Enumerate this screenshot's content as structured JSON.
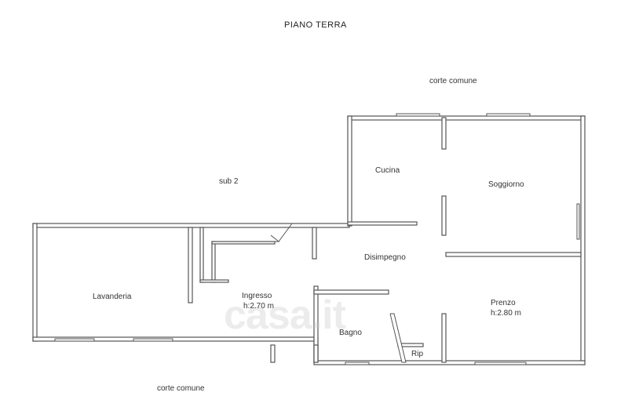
{
  "title": "PIANO TERRA",
  "labels": {
    "corte_top": "corte comune",
    "corte_bottom": "corte comune",
    "sub": "sub 2",
    "cucina": "Cucina",
    "soggiorno": "Soggiorno",
    "disimpegno": "Disimpegno",
    "lavanderia": "Lavanderia",
    "ingresso": "Ingresso",
    "ingresso_h": "h:2.70 m",
    "pranzo": "Prenzo",
    "pranzo_h": "h:2.80 m",
    "bagno": "Bagno",
    "rip": "Rip"
  },
  "watermark": "casa.it",
  "colors": {
    "wall": "#555555"
  }
}
